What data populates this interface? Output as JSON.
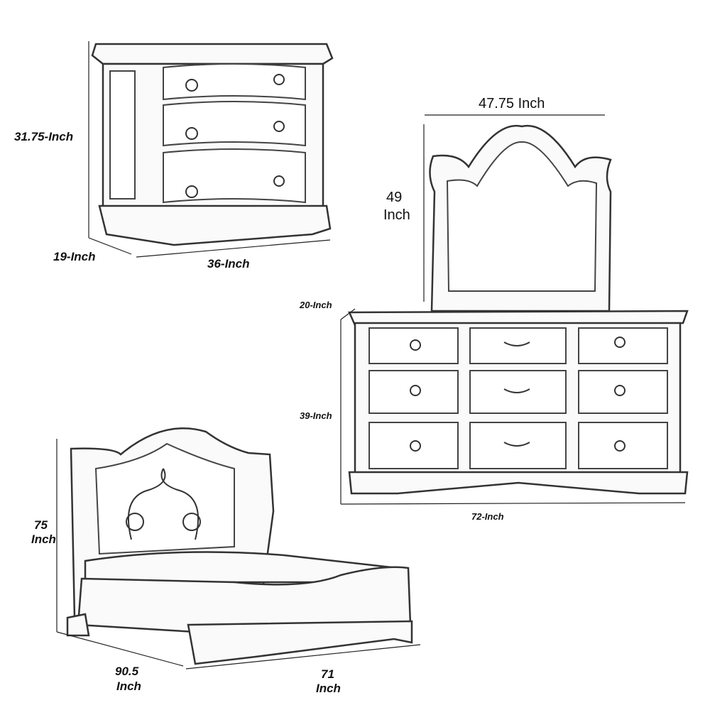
{
  "nightstand": {
    "height": "31.75-Inch",
    "depth": "19-Inch",
    "width": "36-Inch"
  },
  "mirror": {
    "width": "47.75 Inch",
    "height_value": "49",
    "height_unit": "Inch"
  },
  "dresser": {
    "depth": "20-Inch",
    "height": "39-Inch",
    "width": "72-Inch"
  },
  "bed": {
    "height_value": "75",
    "height_unit": "Inch",
    "length_value": "90.5",
    "length_unit": "Inch",
    "width_value": "71",
    "width_unit": "Inch"
  }
}
